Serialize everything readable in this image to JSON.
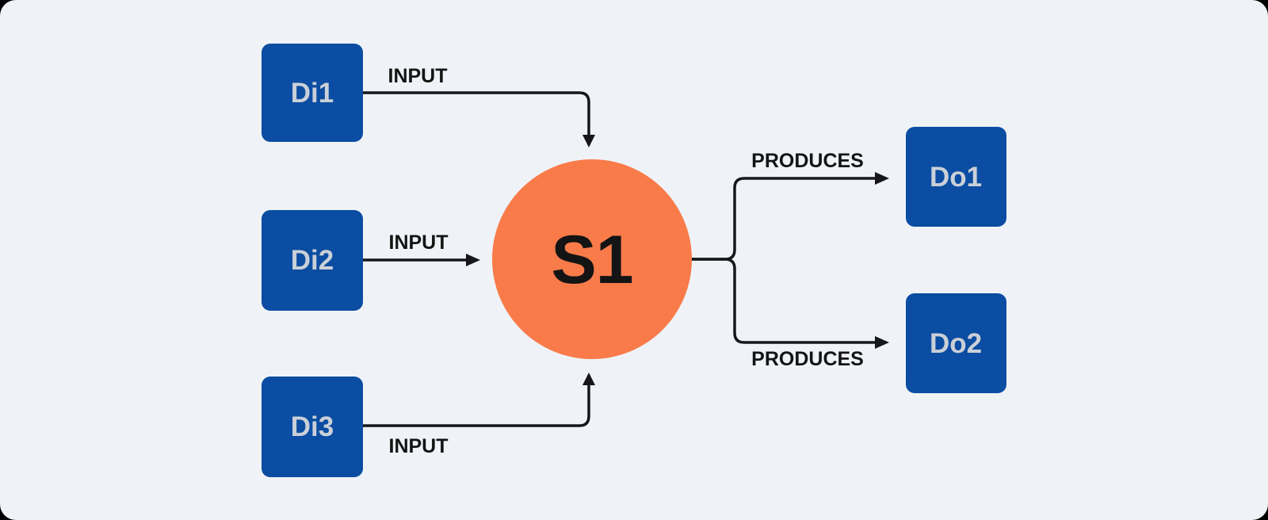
{
  "colors": {
    "frame_bg": "#000000",
    "canvas_bg": "#EFF3F7",
    "node_blue": "#0B4DA2",
    "node_orange": "#F97B4A",
    "node_label_light": "#CAD0D8",
    "line": "#17171B",
    "label_dark": "#141414"
  },
  "diagram": {
    "center_node": {
      "label": "S1",
      "shape": "circle"
    },
    "input_nodes": [
      {
        "label": "Di1"
      },
      {
        "label": "Di2"
      },
      {
        "label": "Di3"
      }
    ],
    "output_nodes": [
      {
        "label": "Do1"
      },
      {
        "label": "Do2"
      }
    ],
    "edges": [
      {
        "from": "Di1",
        "to": "S1",
        "label": "INPUT"
      },
      {
        "from": "Di2",
        "to": "S1",
        "label": "INPUT"
      },
      {
        "from": "Di3",
        "to": "S1",
        "label": "INPUT"
      },
      {
        "from": "S1",
        "to": "Do1",
        "label": "PRODUCES"
      },
      {
        "from": "S1",
        "to": "Do2",
        "label": "PRODUCES"
      }
    ]
  }
}
